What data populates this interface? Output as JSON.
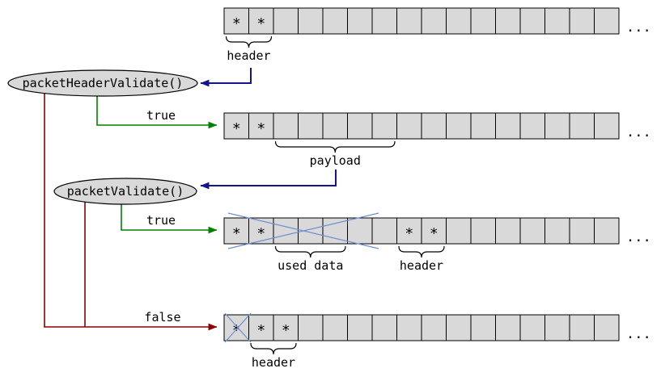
{
  "star_symbol": "*",
  "colors": {
    "background": "#ffffff",
    "cell_fill": "#d9d9d9",
    "cell_stroke": "#000000",
    "node_fill": "#d9d9d9",
    "node_stroke": "#000000",
    "text": "#000000",
    "blue_arrow": "#14148c",
    "green_arrow": "#008000",
    "red_arrow": "#8b0000",
    "cross": "#6f8fce"
  },
  "nodes": [
    {
      "id": "packet-header-validate",
      "label": "packetHeaderValidate()"
    },
    {
      "id": "packet-validate",
      "label": "packetValidate()"
    }
  ],
  "edges": [
    {
      "id": "header-to-packet-header-validate",
      "label": ""
    },
    {
      "id": "packet-header-validate-true",
      "label": "true"
    },
    {
      "id": "payload-to-packet-validate",
      "label": ""
    },
    {
      "id": "packet-validate-true",
      "label": "true"
    },
    {
      "id": "packet-header-validate-false-line",
      "label": ""
    },
    {
      "id": "packet-validate-false-line",
      "label": ""
    },
    {
      "id": "false-branch",
      "label": "false"
    }
  ],
  "rows": [
    {
      "id": "initial-buffer",
      "cells": 16,
      "stars": [
        0,
        1
      ],
      "ellipsis": "...",
      "crossed": [],
      "annotations": [
        {
          "label": "header",
          "from": 0,
          "to": 1
        }
      ]
    },
    {
      "id": "header-valid-buffer",
      "cells": 16,
      "stars": [
        0,
        1
      ],
      "ellipsis": "...",
      "crossed": [],
      "annotations": [
        {
          "label": "payload",
          "from": 2,
          "to": 6
        }
      ]
    },
    {
      "id": "packet-valid-buffer",
      "cells": 16,
      "stars": [
        0,
        1,
        7,
        8
      ],
      "ellipsis": "...",
      "crossed": [
        {
          "from": 0,
          "to": 6
        }
      ],
      "annotations": [
        {
          "label": "used data",
          "from": 2,
          "to": 4
        },
        {
          "label": "header",
          "from": 7,
          "to": 8
        }
      ]
    },
    {
      "id": "invalid-buffer",
      "cells": 16,
      "stars": [
        0,
        1,
        2
      ],
      "ellipsis": "...",
      "crossed": [
        {
          "from": 0,
          "to": 0
        }
      ],
      "annotations": [
        {
          "label": "header",
          "from": 1,
          "to": 2
        }
      ]
    }
  ]
}
